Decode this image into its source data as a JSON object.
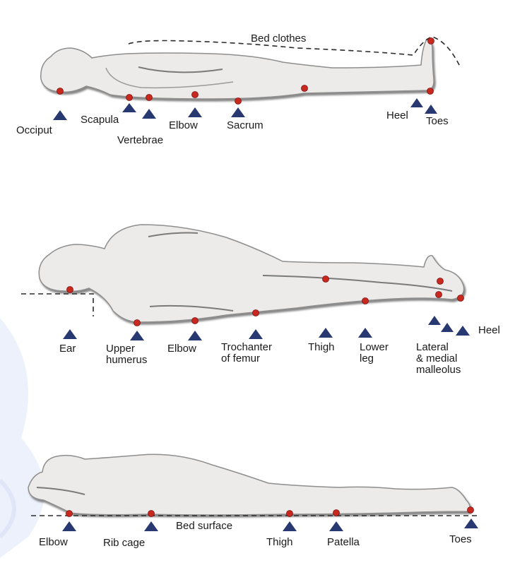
{
  "colors": {
    "body_fill": "#ecebea",
    "body_outline": "#8e8e8e",
    "body_shadow": "#6a6a6a",
    "pressure_point": "#c8281e",
    "marker": "#283870",
    "dashed_line": "#2b2b2b",
    "watermark": "#e6ecfb"
  },
  "icons": {
    "pressure_point": "red-dot-icon",
    "marker": "blue-triangle-icon"
  },
  "supine": {
    "bed_clothes_label": "Bed clothes",
    "labels": {
      "occiput": "Occiput",
      "scapula": "Scapula",
      "vertebrae": "Vertebrae",
      "elbow": "Elbow",
      "sacrum": "Sacrum",
      "heel": "Heel",
      "toes": "Toes"
    }
  },
  "lateral": {
    "labels": {
      "ear": "Ear",
      "upper_humerus": "Upper\nhumerus",
      "elbow": "Elbow",
      "trochanter": "Trochanter\nof femur",
      "thigh": "Thigh",
      "lower_leg": "Lower\nleg",
      "malleolus": "Lateral\n& medial\nmalleolus",
      "heel": "Heel"
    }
  },
  "prone": {
    "bed_surface_label": "Bed surface",
    "labels": {
      "elbow": "Elbow",
      "rib_cage": "Rib cage",
      "thigh": "Thigh",
      "patella": "Patella",
      "toes": "Toes"
    }
  }
}
